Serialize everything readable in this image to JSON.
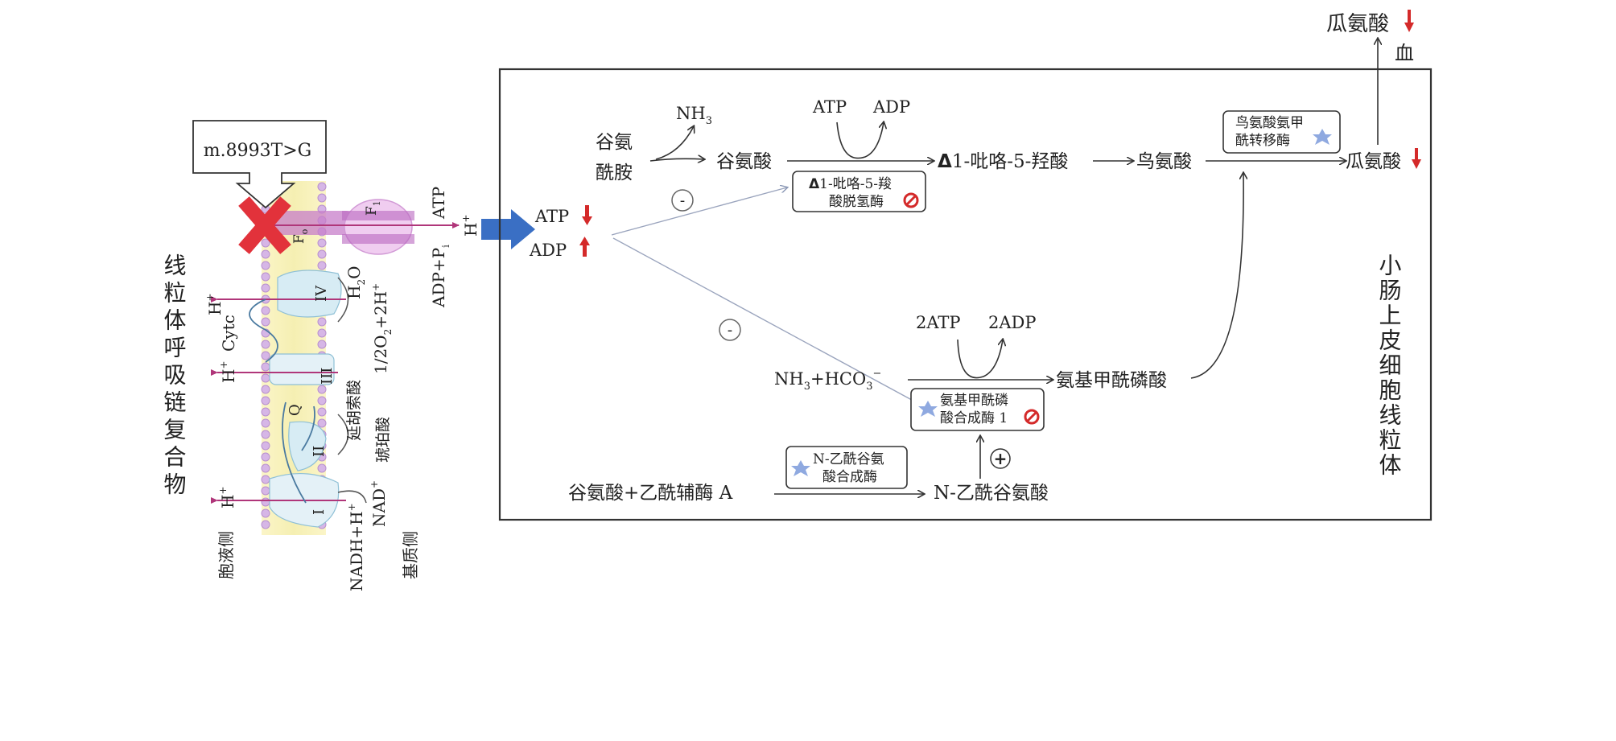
{
  "mutation": "m.8993T>G",
  "left_title": "线粒体呼吸链复合物",
  "membrane": {
    "f1": "F",
    "f1_sub": "1",
    "f0": "F",
    "f0_sub": "o",
    "atp": "ATP",
    "adp_pi": "ADP+P",
    "adp_pi_sub": "i",
    "h_label": "H",
    "plus": "+",
    "h2o": "H",
    "h2o_sub": "2",
    "h2o_o": "O",
    "half_o2": "1/2O",
    "half_o2_sub": "2",
    "half_o2_rest": "+2H",
    "cytc": "Cytc",
    "complex_iv": "IV",
    "complex_iii": "III",
    "complex_ii": "II",
    "complex_i": "I",
    "q": "Q",
    "fumarate": "延胡索酸",
    "succinate": "琥珀酸",
    "nad": "NAD",
    "nadh": "NADH+H",
    "cytosol_side": "胞液侧",
    "matrix_side": "基质侧"
  },
  "energy": {
    "atp": "ATP",
    "adp": "ADP"
  },
  "cell_label": "小肠上皮细胞线粒体",
  "pathway": {
    "glutamine": [
      "谷氨",
      "酰胺"
    ],
    "nh3": "NH",
    "nh3_sub": "3",
    "glutamate": "谷氨酸",
    "atp": "ATP",
    "adp": "ADP",
    "p5c": "1-吡咯-5-羟酸",
    "p5cs": [
      "1-吡咯-5-羧",
      "酸脱氢酶"
    ],
    "delta": "Δ",
    "ornithine": "鸟氨酸",
    "oat": [
      "鸟氨酸氨甲",
      "酰转移酶"
    ],
    "citrulline": "瓜氨酸",
    "blood_citrulline": "瓜氨酸",
    "blood": "血",
    "atp2": "2ATP",
    "adp2": "2ADP",
    "nh3_hco3": "NH",
    "nh3_hco3_rest": "+HCO",
    "sub3": "3",
    "minus": "−",
    "carbamoyl_p": "氨基甲酰磷酸",
    "cps1": [
      "氨基甲酰磷",
      "酸合成酶 1"
    ],
    "nags": [
      "N-乙酰谷氨",
      "酸合成酶"
    ],
    "glu_acetylcoa": "谷氨酸+乙酰辅酶 A",
    "nag": "N-乙酰谷氨酸",
    "inhibit": "-",
    "activate": "+"
  },
  "colors": {
    "red": "#d42a2a",
    "blue_arrow": "#3a6fc4",
    "star": "#8fa9e0",
    "membrane": "#c77ec9"
  }
}
